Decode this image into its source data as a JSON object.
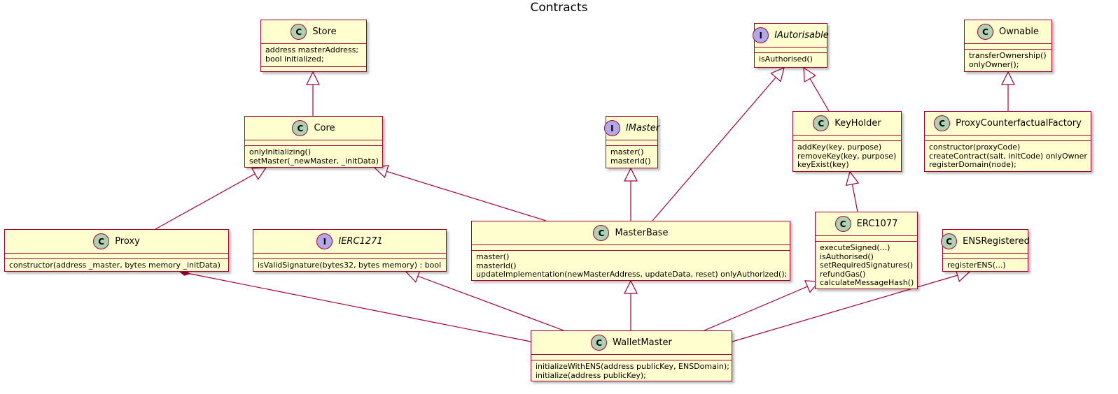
{
  "title": "Contracts",
  "classes": {
    "store": {
      "name": "Store",
      "kind": "C",
      "fields": [
        "address masterAddress;",
        "bool initialized;"
      ]
    },
    "iautorisable": {
      "name": "IAutorisable",
      "kind": "I",
      "methods": [
        "isAuthorised()"
      ]
    },
    "ownable": {
      "name": "Ownable",
      "kind": "C",
      "methods": [
        "transferOwnership()",
        "onlyOwner();"
      ]
    },
    "core": {
      "name": "Core",
      "kind": "C",
      "methods": [
        "onlyInitializing()",
        "setMaster(_newMaster, _initData)"
      ]
    },
    "imaster": {
      "name": "IMaster",
      "kind": "I",
      "methods": [
        "master()",
        "masterId()"
      ]
    },
    "keyholder": {
      "name": "KeyHolder",
      "kind": "C",
      "methods": [
        "addKey(key, purpose)",
        "removeKey(key, purpose)",
        "keyExist(key)"
      ]
    },
    "factory": {
      "name": "ProxyCounterfactualFactory",
      "kind": "C",
      "methods": [
        "constructor(proxyCode)",
        "createContract(salt, initCode) onlyOwner",
        "registerDomain(node);"
      ]
    },
    "proxy": {
      "name": "Proxy",
      "kind": "C",
      "methods": [
        "constructor(address _master, bytes memory _initData)"
      ]
    },
    "ierc1271": {
      "name": "IERC1271",
      "kind": "I",
      "methods": [
        "isValidSignature(bytes32, bytes memory) : bool"
      ]
    },
    "masterbase": {
      "name": "MasterBase",
      "kind": "C",
      "methods": [
        "master()",
        "masterId()",
        "updateImplementation(newMasterAddress, updateData, reset) onlyAuthorized();"
      ]
    },
    "erc1077": {
      "name": "ERC1077",
      "kind": "C",
      "methods": [
        "executeSigned(...)",
        "isAuthorised()",
        "setRequiredSignatures()",
        "refundGas()",
        "calculateMessageHash()"
      ]
    },
    "ensregistered": {
      "name": "ENSRegistered",
      "kind": "C",
      "methods": [
        "registerENS(...)"
      ]
    },
    "walletmaster": {
      "name": "WalletMaster",
      "kind": "C",
      "methods": [
        "initializeWithENS(address publicKey, ENSDomain);",
        "initialize(address publicKey);"
      ]
    }
  },
  "relations": [
    {
      "from": "core",
      "to": "store",
      "type": "extends"
    },
    {
      "from": "proxy",
      "to": "core",
      "type": "extends"
    },
    {
      "from": "masterbase",
      "to": "core",
      "type": "extends"
    },
    {
      "from": "masterbase",
      "to": "imaster",
      "type": "implements"
    },
    {
      "from": "masterbase",
      "to": "iautorisable",
      "type": "implements"
    },
    {
      "from": "keyholder",
      "to": "iautorisable",
      "type": "implements"
    },
    {
      "from": "factory",
      "to": "ownable",
      "type": "extends"
    },
    {
      "from": "erc1077",
      "to": "keyholder",
      "type": "extends"
    },
    {
      "from": "walletmaster",
      "to": "proxy",
      "type": "composition"
    },
    {
      "from": "walletmaster",
      "to": "ierc1271",
      "type": "implements"
    },
    {
      "from": "walletmaster",
      "to": "masterbase",
      "type": "extends"
    },
    {
      "from": "walletmaster",
      "to": "erc1077",
      "type": "extends"
    },
    {
      "from": "walletmaster",
      "to": "ensregistered",
      "type": "extends"
    }
  ],
  "colors": {
    "class_fill": "#FEFECE",
    "border": "#A80036",
    "class_glyph": "#ADD1B2",
    "interface_glyph": "#B4A7E5"
  }
}
